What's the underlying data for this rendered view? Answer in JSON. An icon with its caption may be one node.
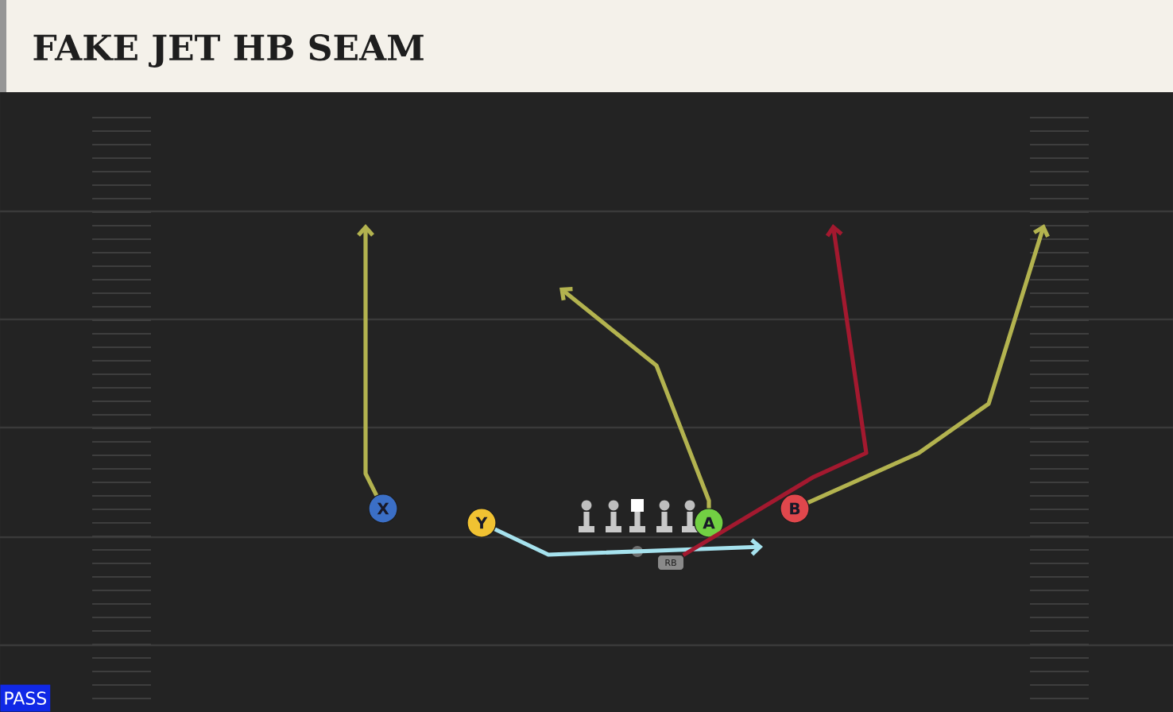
{
  "diagram": {
    "title": "FAKE JET HB SEAM",
    "nodes": [
      {
        "text": [
          "X"
        ]
      },
      {
        "text": [
          "Y"
        ]
      },
      {
        "text": [
          "A"
        ]
      },
      {
        "text": [
          "B"
        ]
      },
      {
        "text": [
          "RB"
        ]
      }
    ],
    "edges": [
      {
        "from": 0,
        "to": null,
        "arrow": "to"
      },
      {
        "from": 1,
        "to": null,
        "arrow": "to",
        "color": "#a6e2ee"
      },
      {
        "from": 2,
        "to": null,
        "arrow": "to"
      },
      {
        "from": 3,
        "to": null,
        "arrow": "to"
      },
      {
        "from": 4,
        "to": null,
        "arrow": "to",
        "color": "#a3192f"
      }
    ],
    "labels": [
      "PASS"
    ]
  }
}
